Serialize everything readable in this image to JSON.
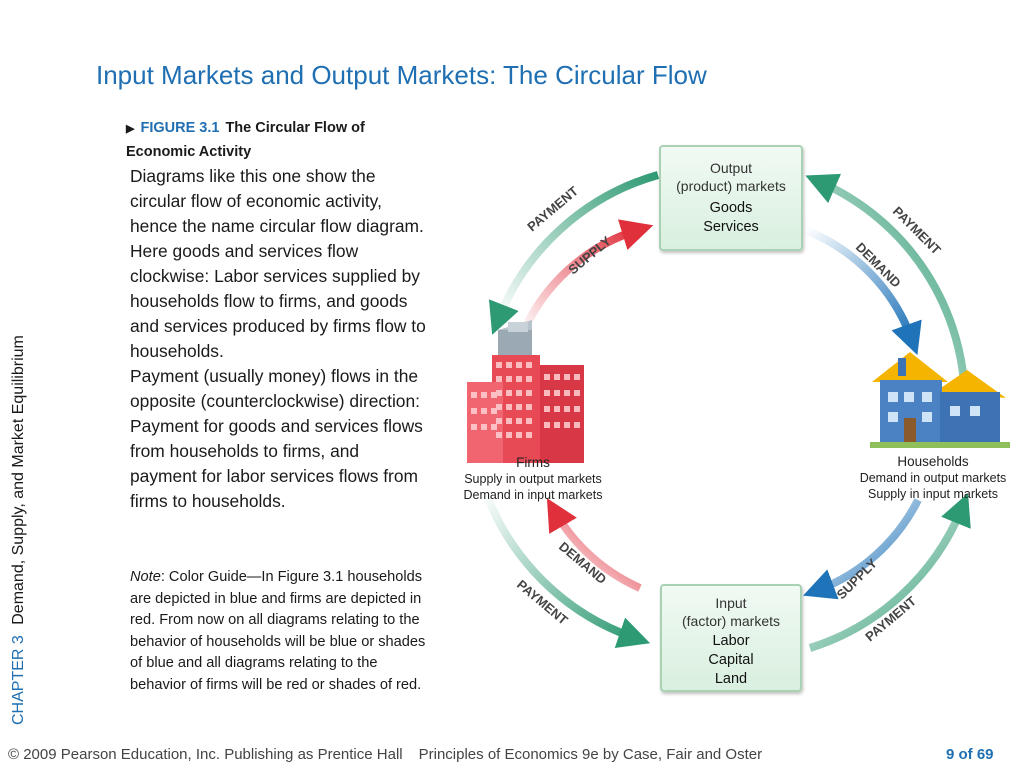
{
  "slide": {
    "title": "Input Markets and Output Markets: The Circular Flow",
    "side_label": {
      "chapter": "CHAPTER 3",
      "title": "Demand, Supply, and Market Equilibrium"
    },
    "figure": {
      "number": "FIGURE 3.1",
      "caption": "The Circular Flow of Economic Activity"
    },
    "body_paragraphs": [
      "Diagrams like this one show the circular flow of economic activity, hence the name circular flow diagram. Here goods and services flow clockwise: Labor services supplied by households flow to firms, and goods and services produced by firms flow to households.",
      "Payment (usually money) flows in the opposite (counterclockwise) direction: Payment for goods and services flows from households to firms, and payment for labor services flows from firms to households."
    ],
    "note": {
      "label": "Note",
      "text": ": Color Guide—In Figure 3.1 households are depicted in blue and firms are depicted in red. From now on all diagrams relating to the behavior of households will be blue or shades of blue and all diagrams relating to the behavior of firms will be red or shades of red."
    }
  },
  "diagram": {
    "output_market": {
      "header_line1": "Output",
      "header_line2": "(product) markets",
      "items": [
        "Goods",
        "Services"
      ]
    },
    "input_market": {
      "header_line1": "Input",
      "header_line2": "(factor) markets",
      "items": [
        "Labor",
        "Capital",
        "Land"
      ]
    },
    "firms": {
      "name": "Firms",
      "line1": "Supply in output markets",
      "line2": "Demand in input markets"
    },
    "households": {
      "name": "Households",
      "line1": "Demand in output markets",
      "line2": "Supply in input markets"
    },
    "arrow_labels": {
      "payment": "PAYMENT",
      "supply": "SUPPLY",
      "demand": "DEMAND"
    },
    "colors": {
      "payment_green": "#2e9a73",
      "firm_red": "#e0303c",
      "household_blue": "#1f73b8",
      "accent_blue": "#1f6fb2"
    }
  },
  "footer": {
    "copyright": "© 2009 Pearson Education, Inc. Publishing as Prentice Hall",
    "book": "Principles of Economics 9e by Case, Fair and Oster",
    "page": "9 of 69"
  }
}
